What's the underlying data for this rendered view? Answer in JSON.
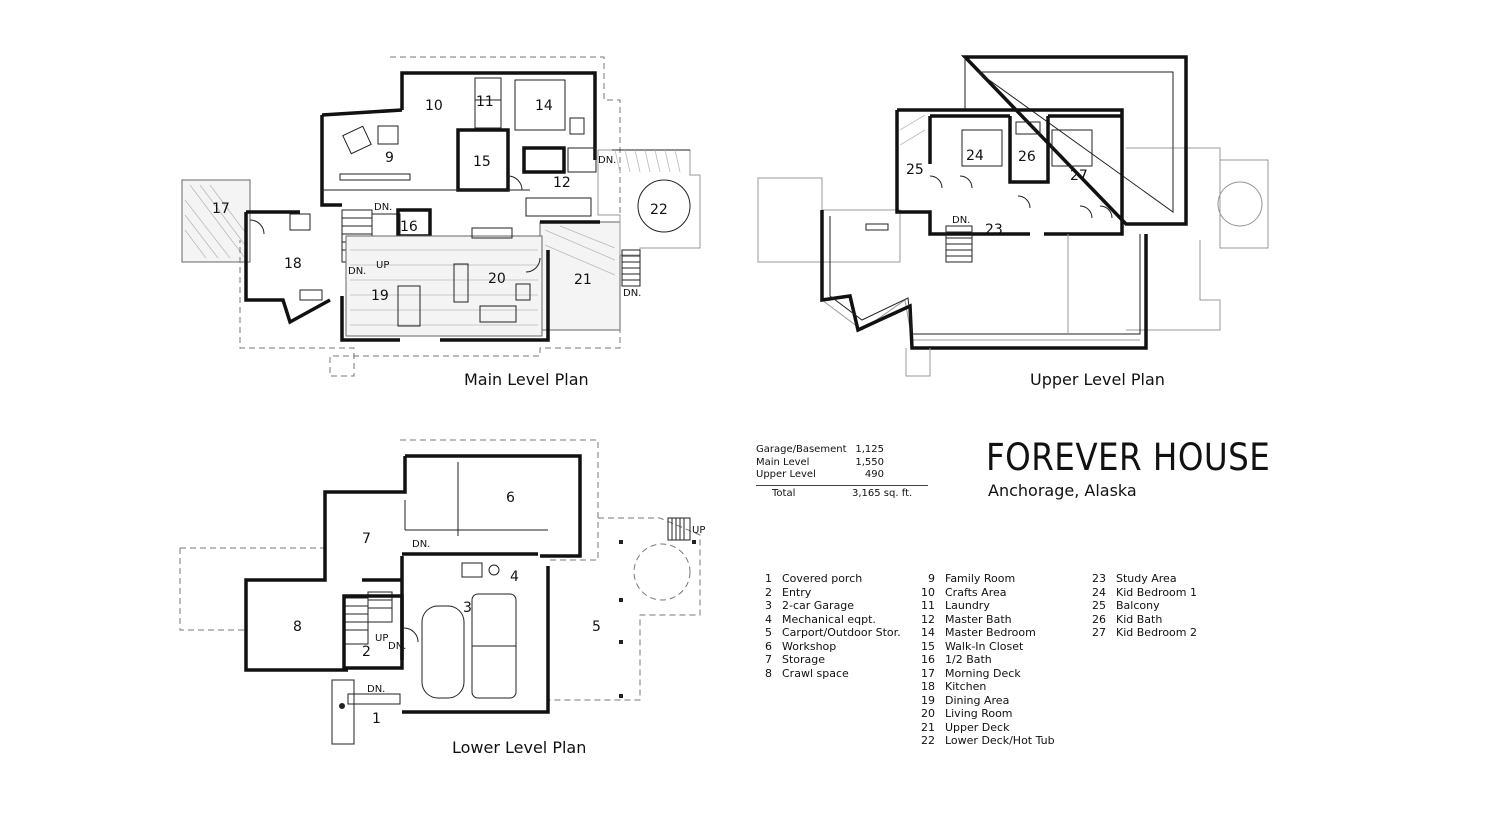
{
  "plans": {
    "main_title": "Main Level Plan",
    "upper_title": "Upper Level Plan",
    "lower_title": "Lower Level Plan",
    "labels": {
      "down": "DN.",
      "up": "UP",
      "up_plain": "UP"
    }
  },
  "project": {
    "title": "FOREVER HOUSE",
    "location": "Anchorage, Alaska"
  },
  "areas": {
    "rows": [
      {
        "label": "Garage/Basement",
        "value": "1,125"
      },
      {
        "label": "Main Level",
        "value": "1,550"
      },
      {
        "label": "Upper Level",
        "value": "490"
      }
    ],
    "total_label": "Total",
    "total_value": "3,165 sq. ft."
  },
  "legend": [
    [
      {
        "n": "1",
        "t": "Covered porch"
      },
      {
        "n": "2",
        "t": "Entry"
      },
      {
        "n": "3",
        "t": "2-car Garage"
      },
      {
        "n": "4",
        "t": "Mechanical eqpt."
      },
      {
        "n": "5",
        "t": "Carport/Outdoor Stor."
      },
      {
        "n": "6",
        "t": "Workshop"
      },
      {
        "n": "7",
        "t": "Storage"
      },
      {
        "n": "8",
        "t": "Crawl space"
      }
    ],
    [
      {
        "n": "9",
        "t": "Family Room"
      },
      {
        "n": "10",
        "t": "Crafts Area"
      },
      {
        "n": "11",
        "t": "Laundry"
      },
      {
        "n": "12",
        "t": "Master Bath"
      },
      {
        "n": "14",
        "t": "Master Bedroom"
      },
      {
        "n": "15",
        "t": "Walk-In Closet"
      },
      {
        "n": "16",
        "t": "1/2 Bath"
      },
      {
        "n": "17",
        "t": "Morning Deck"
      },
      {
        "n": "18",
        "t": "Kitchen"
      },
      {
        "n": "19",
        "t": "Dining Area"
      },
      {
        "n": "20",
        "t": "Living Room"
      },
      {
        "n": "21",
        "t": "Upper Deck"
      },
      {
        "n": "22",
        "t": "Lower Deck/Hot Tub"
      }
    ],
    [
      {
        "n": "23",
        "t": "Study Area"
      },
      {
        "n": "24",
        "t": "Kid Bedroom 1"
      },
      {
        "n": "25",
        "t": "Balcony"
      },
      {
        "n": "26",
        "t": "Kid Bath"
      },
      {
        "n": "27",
        "t": "Kid Bedroom 2"
      }
    ]
  ],
  "rooms": {
    "r1": "1",
    "r2": "2",
    "r3": "3",
    "r4": "4",
    "r5": "5",
    "r6": "6",
    "r7": "7",
    "r8": "8",
    "r9": "9",
    "r10": "10",
    "r11": "11",
    "r12": "12",
    "r14": "14",
    "r15": "15",
    "r16": "16",
    "r17": "17",
    "r18": "18",
    "r19": "19",
    "r20": "20",
    "r21": "21",
    "r22": "22",
    "r23": "23",
    "r24": "24",
    "r25": "25",
    "r26": "26",
    "r27": "27"
  }
}
